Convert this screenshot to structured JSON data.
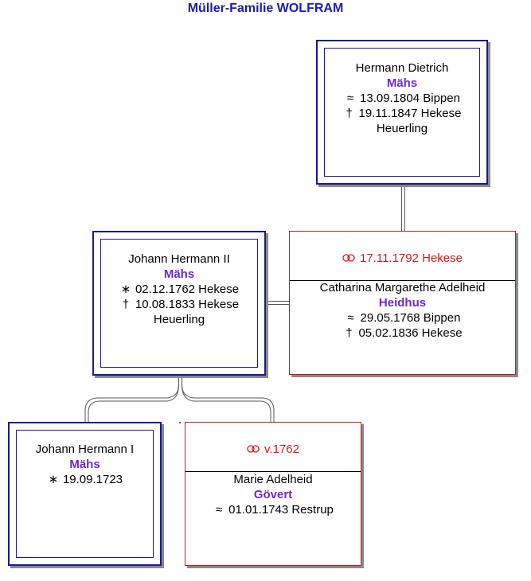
{
  "title": "Müller-Familie WOLFRAM",
  "colors": {
    "title": "#1c1cb4",
    "person_border": "#1a1a8c",
    "spouse_border": "#c21a1a",
    "surname": "#6a2ad0",
    "marriage_text": "#d11a1a"
  },
  "symbols": {
    "baptism": "≈",
    "birth": "∗",
    "death": "†",
    "marriage_icon": "rings-icon"
  },
  "father": {
    "given": "Hermann Dietrich",
    "surname": "Mähs",
    "baptism": "13.09.1804 Bippen",
    "death": "19.11.1847 Hekese",
    "occupation": "Heuerling"
  },
  "subject": {
    "given": "Johann Hermann II",
    "surname": "Mähs",
    "birth": "02.12.1762 Hekese",
    "death": "10.08.1833 Hekese",
    "occupation": "Heuerling"
  },
  "subject_spouse": {
    "marriage": "17.11.1792 Hekese",
    "given": "Catharina Margarethe Adelheid",
    "surname": "Heidhus",
    "baptism": "29.05.1768 Bippen",
    "death": "05.02.1836 Hekese"
  },
  "parent": {
    "given": "Johann Hermann I",
    "surname": "Mähs",
    "birth": "19.09.1723"
  },
  "parent_spouse": {
    "marriage": "v.1762",
    "given": "Marie Adelheid",
    "surname": "Gövert",
    "baptism": "01.01.1743 Restrup"
  }
}
